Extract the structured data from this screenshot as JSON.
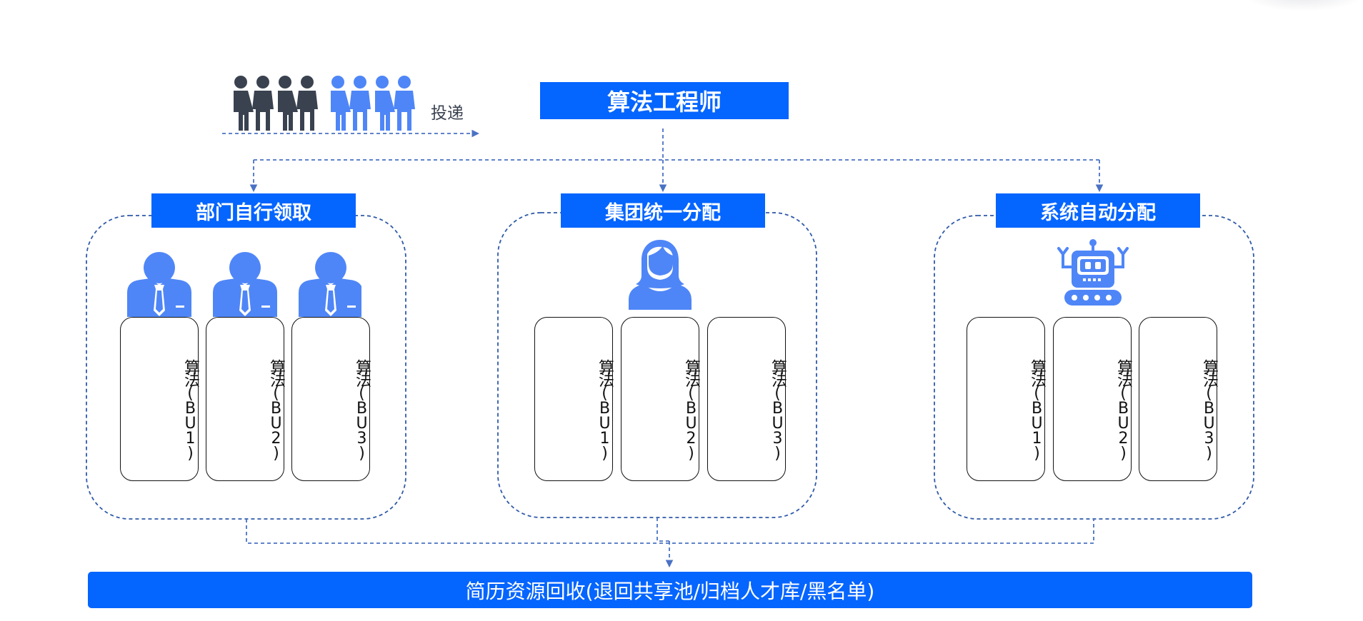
{
  "header": {
    "title": "算法工程师",
    "deliver_label": "投递"
  },
  "groups": [
    {
      "label": "部门自行领取",
      "icon": "business-person-icon",
      "cards": [
        "算法(BU1)",
        "算法(BU2)",
        "算法(BU3)"
      ]
    },
    {
      "label": "集团统一分配",
      "icon": "woman-icon",
      "cards": [
        "算法(BU1)",
        "算法(BU2)",
        "算法(BU3)"
      ]
    },
    {
      "label": "系统自动分配",
      "icon": "robot-icon",
      "cards": [
        "算法(BU1)",
        "算法(BU2)",
        "算法(BU3)"
      ]
    }
  ],
  "footer": {
    "label": "简历资源回收(退回共享池/归档人才库/黑名单)"
  },
  "colors": {
    "primary": "#0565ff",
    "icon_blue": "#4f86f7",
    "icon_dark": "#3a4250",
    "connector": "#4a72c4",
    "card_border": "#111111"
  }
}
